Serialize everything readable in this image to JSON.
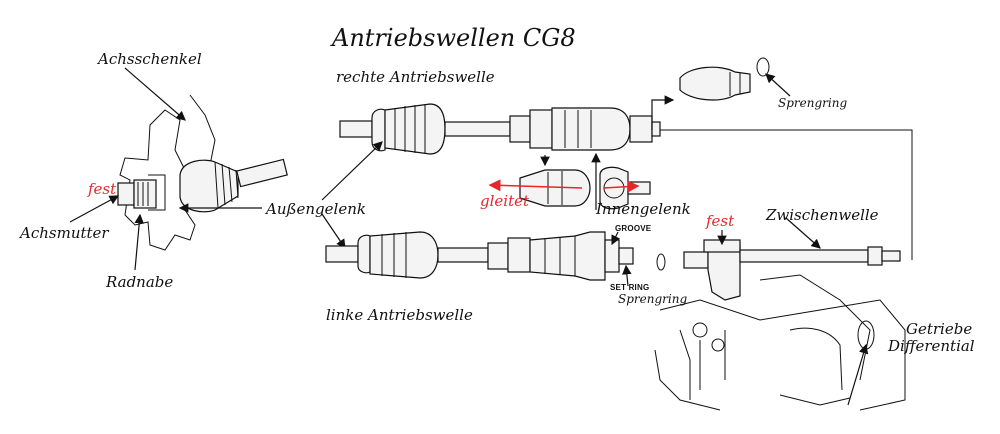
{
  "title": "Antriebswellen CG8",
  "labels": {
    "achsschenkel": "Achsschenkel",
    "fest_left": "fest",
    "achsmutter": "Achsmutter",
    "radnabe": "Radnabe",
    "aussengelenk": "Außengelenk",
    "rechte": "rechte Antriebswelle",
    "linke": "linke Antriebswelle",
    "gleitet": "gleitet",
    "innengelenk": "Innengelenk",
    "sprengring_top": "Sprengring",
    "groove": "GROOVE",
    "set_ring": "SET RING",
    "sprengring_bottom": "Sprengring",
    "fest_right": "fest",
    "zwischenwelle": "Zwischenwelle",
    "getriebe": "Getriebe",
    "differential": "Differential"
  },
  "colors": {
    "ink": "#111111",
    "accent": "#e8262a"
  }
}
